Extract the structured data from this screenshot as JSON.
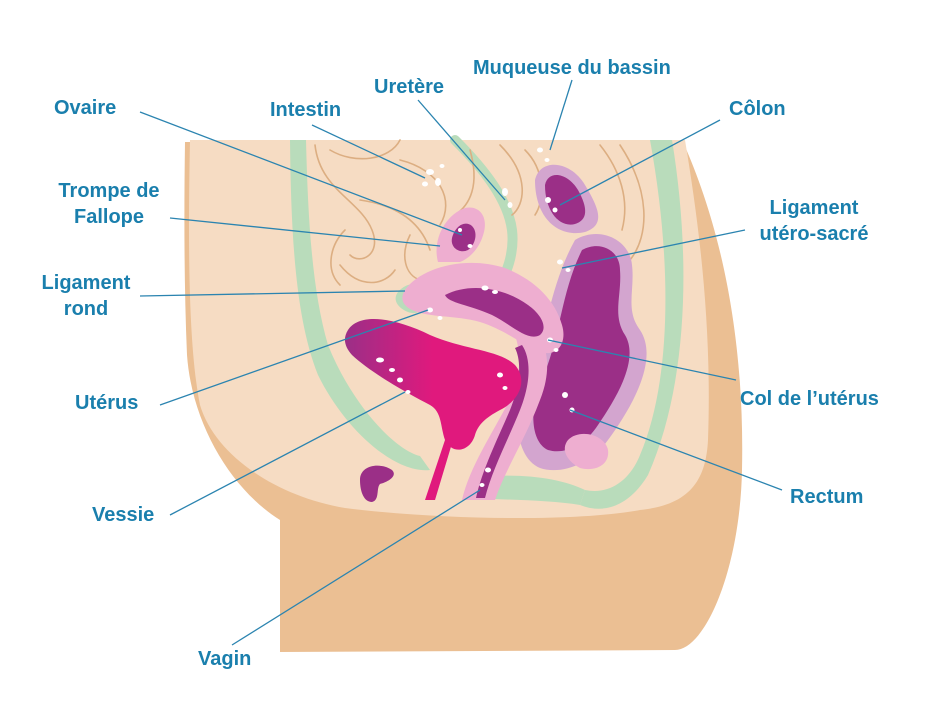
{
  "colors": {
    "label": "#1a7fad",
    "leader": "#2b84b0",
    "skin": "#ebbf93",
    "inner": "#f6dcc3",
    "green": "#b9dcbb",
    "magenta": "#e0197d",
    "purple": "#9b2f87",
    "lilac": "#d3a5cf",
    "pink": "#eeaed0",
    "spot": "#ffffff"
  },
  "labels": {
    "ovaire": "Ovaire",
    "intestin": "Intestin",
    "uretere": "Uretère",
    "muqueuse": "Muqueuse du bassin",
    "colon": "Côlon",
    "trompe_1": "Trompe de",
    "trompe_2": "Fallope",
    "lig_uterosacre_1": "Ligament",
    "lig_uterosacre_2": "utéro-sacré",
    "lig_rond_1": "Ligament",
    "lig_rond_2": "rond",
    "uterus": "Utérus",
    "col": "Col de l’utérus",
    "vessie": "Vessie",
    "rectum": "Rectum",
    "vagin": "Vagin"
  }
}
